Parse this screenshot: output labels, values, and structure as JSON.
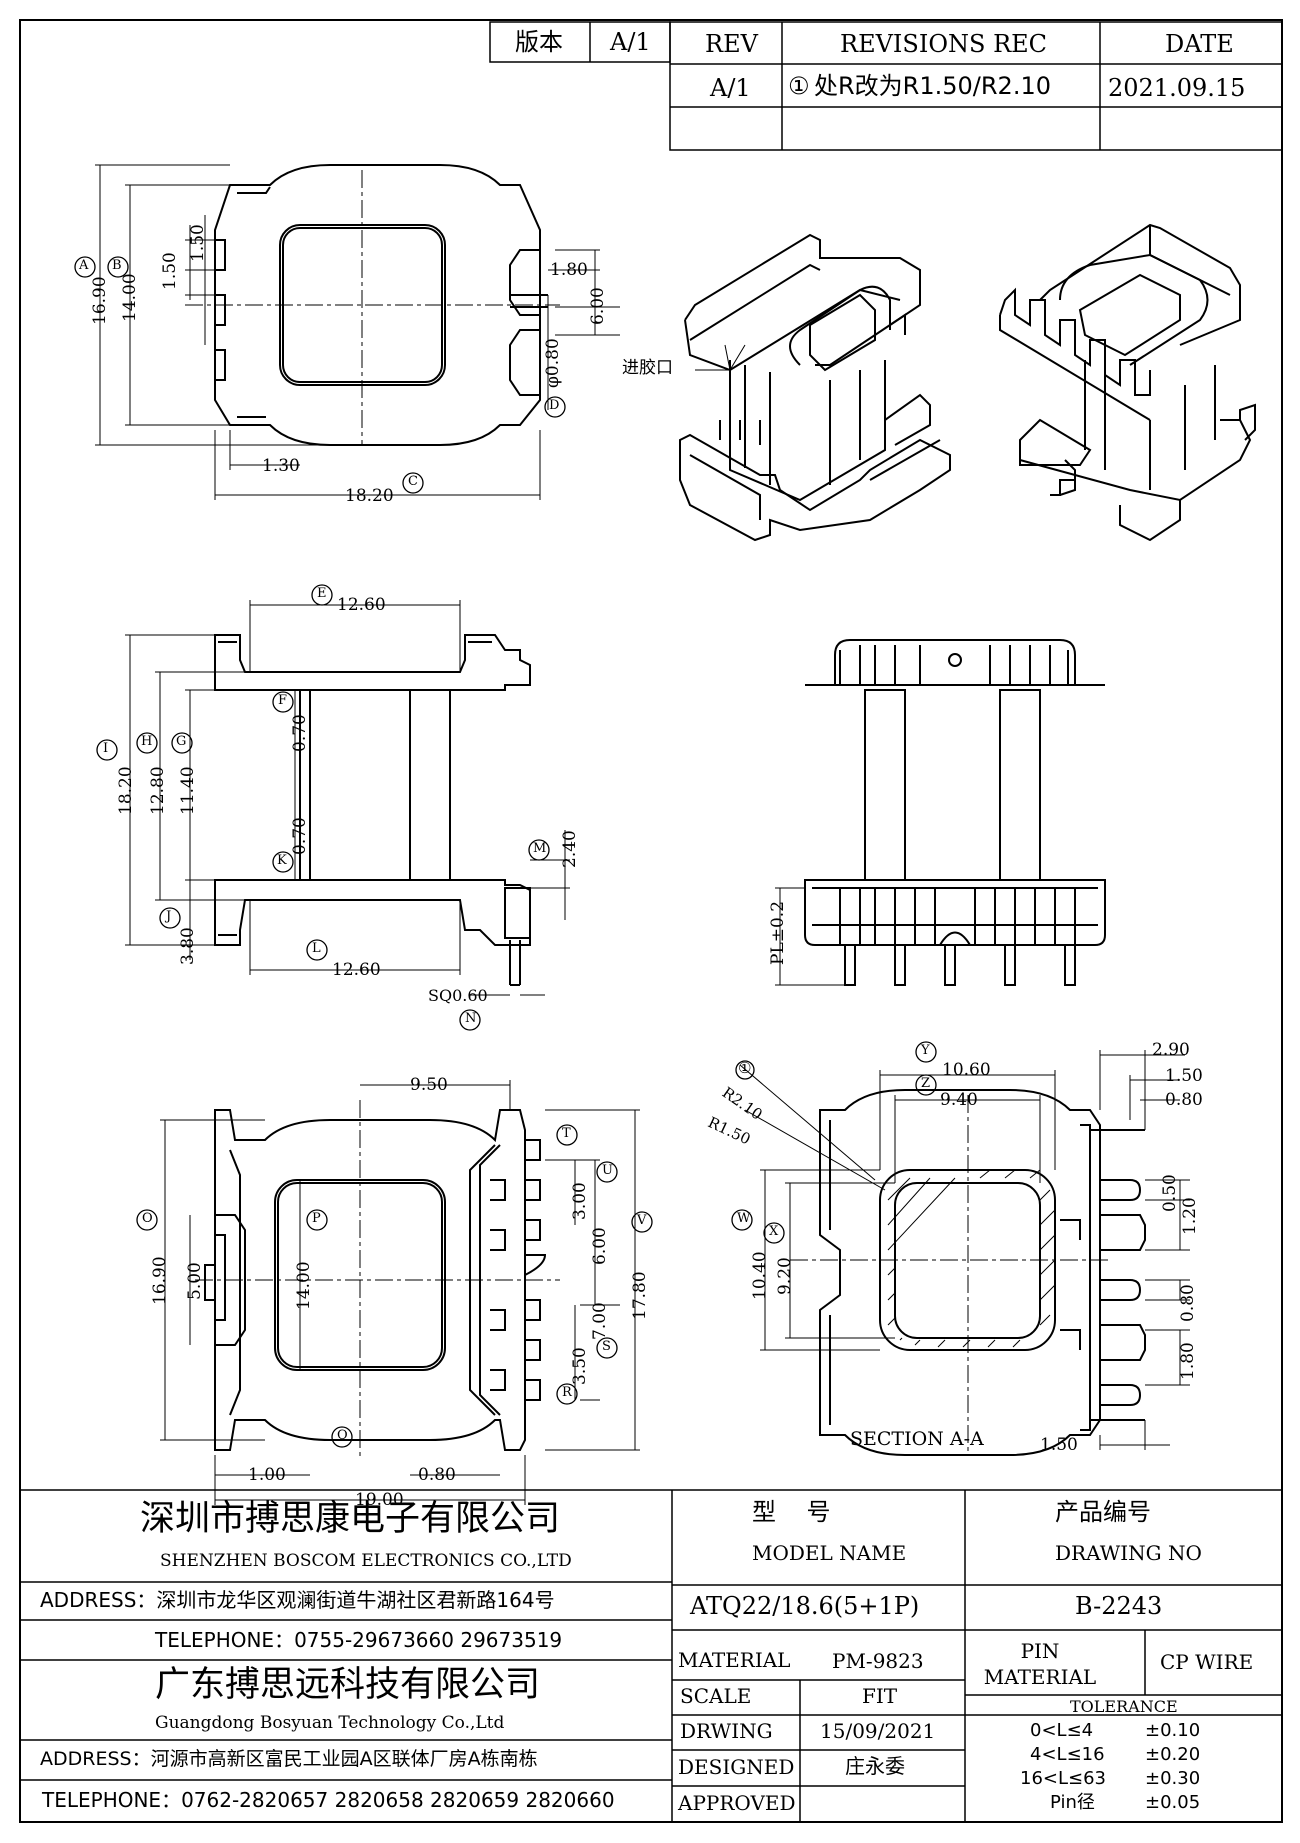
{
  "revision_table": {
    "version_label": "版本",
    "version_value": "A/1",
    "headers": {
      "rev": "REV",
      "revisions": "REVISIONS REC",
      "date": "DATE"
    },
    "rows": [
      {
        "rev": "A/1",
        "marker": "①",
        "desc": "处R改为R1.50/R2.10",
        "date": "2021.09.15"
      }
    ]
  },
  "views": {
    "top": {
      "dims": [
        "16.90",
        "14.00",
        "1.50",
        "1.50",
        "1.80",
        "6.00",
        "φ0.80",
        "1.30",
        "18.20"
      ],
      "markers": [
        "A",
        "B",
        "C",
        "D"
      ]
    },
    "iso": {
      "gate_label": "进胶口"
    },
    "front": {
      "dims": [
        "12.60",
        "18.20",
        "12.80",
        "11.40",
        "0.70",
        "0.70",
        "2.40",
        "3.80",
        "12.60",
        "SQ0.60"
      ],
      "markers": [
        "E",
        "F",
        "G",
        "H",
        "I",
        "J",
        "K",
        "L",
        "M",
        "N"
      ]
    },
    "side": {
      "dims": [
        "PL±0.2"
      ]
    },
    "bottom": {
      "dims": [
        "9.50",
        "16.90",
        "5.00",
        "14.00",
        "3.00",
        "6.00",
        "7.00",
        "3.50",
        "17.80",
        "1.00",
        "0.80",
        "19.00"
      ],
      "markers": [
        "O",
        "P",
        "Q",
        "R",
        "S",
        "T",
        "U",
        "V"
      ]
    },
    "section": {
      "dims": [
        "10.60",
        "9.40",
        "2.90",
        "1.50",
        "0.80",
        "0.50",
        "1.20",
        "10.40",
        "9.20",
        "0.80",
        "1.80",
        "1.50",
        "R2.10",
        "R1.50"
      ],
      "markers": [
        "W",
        "X",
        "Y",
        "Z",
        "①"
      ],
      "title": "SECTION A-A"
    }
  },
  "title_block": {
    "company1": "深圳市搏思康电子有限公司",
    "company1_en": "SHENZHEN BOSCOM ELECTRONICS CO.,LTD",
    "address1": "ADDRESS：深圳市龙华区观澜街道牛湖社区君新路164号",
    "telephone1": "TELEPHONE：0755-29673660 29673519",
    "company2": "广东搏思远科技有限公司",
    "company2_en": "Guangdong Bosyuan Technology Co.,Ltd",
    "address2": "ADDRESS：河源市高新区富民工业园A区联体厂房A栋南栋",
    "telephone2": "TELEPHONE：0762-2820657 2820658 2820659 2820660",
    "model_label_cn": "型    号",
    "model_label_en": "MODEL NAME",
    "model_value": "ATQ22/18.6(5+1P)",
    "drawing_label_cn": "产品编号",
    "drawing_label_en": "DRAWING NO",
    "drawing_value": "B-2243",
    "fields": [
      {
        "label": "MATERIAL",
        "value": "PM-9823"
      },
      {
        "label": "SCALE",
        "value": "FIT"
      },
      {
        "label": "DRWING",
        "value": "15/09/2021"
      },
      {
        "label": "DESIGNED",
        "value": "庄永委"
      },
      {
        "label": "APPROVED",
        "value": ""
      }
    ],
    "pin_material_label": "PIN MATERIAL",
    "pin_material_value": "CP WIRE",
    "tolerance_label": "TOLERANCE",
    "tolerance": [
      {
        "range": "0<L≤4",
        "value": "±0.10"
      },
      {
        "range": "4<L≤16",
        "value": "±0.20"
      },
      {
        "range": "16<L≤63",
        "value": "±0.30"
      },
      {
        "range": "Pin径",
        "value": "±0.05"
      }
    ]
  }
}
